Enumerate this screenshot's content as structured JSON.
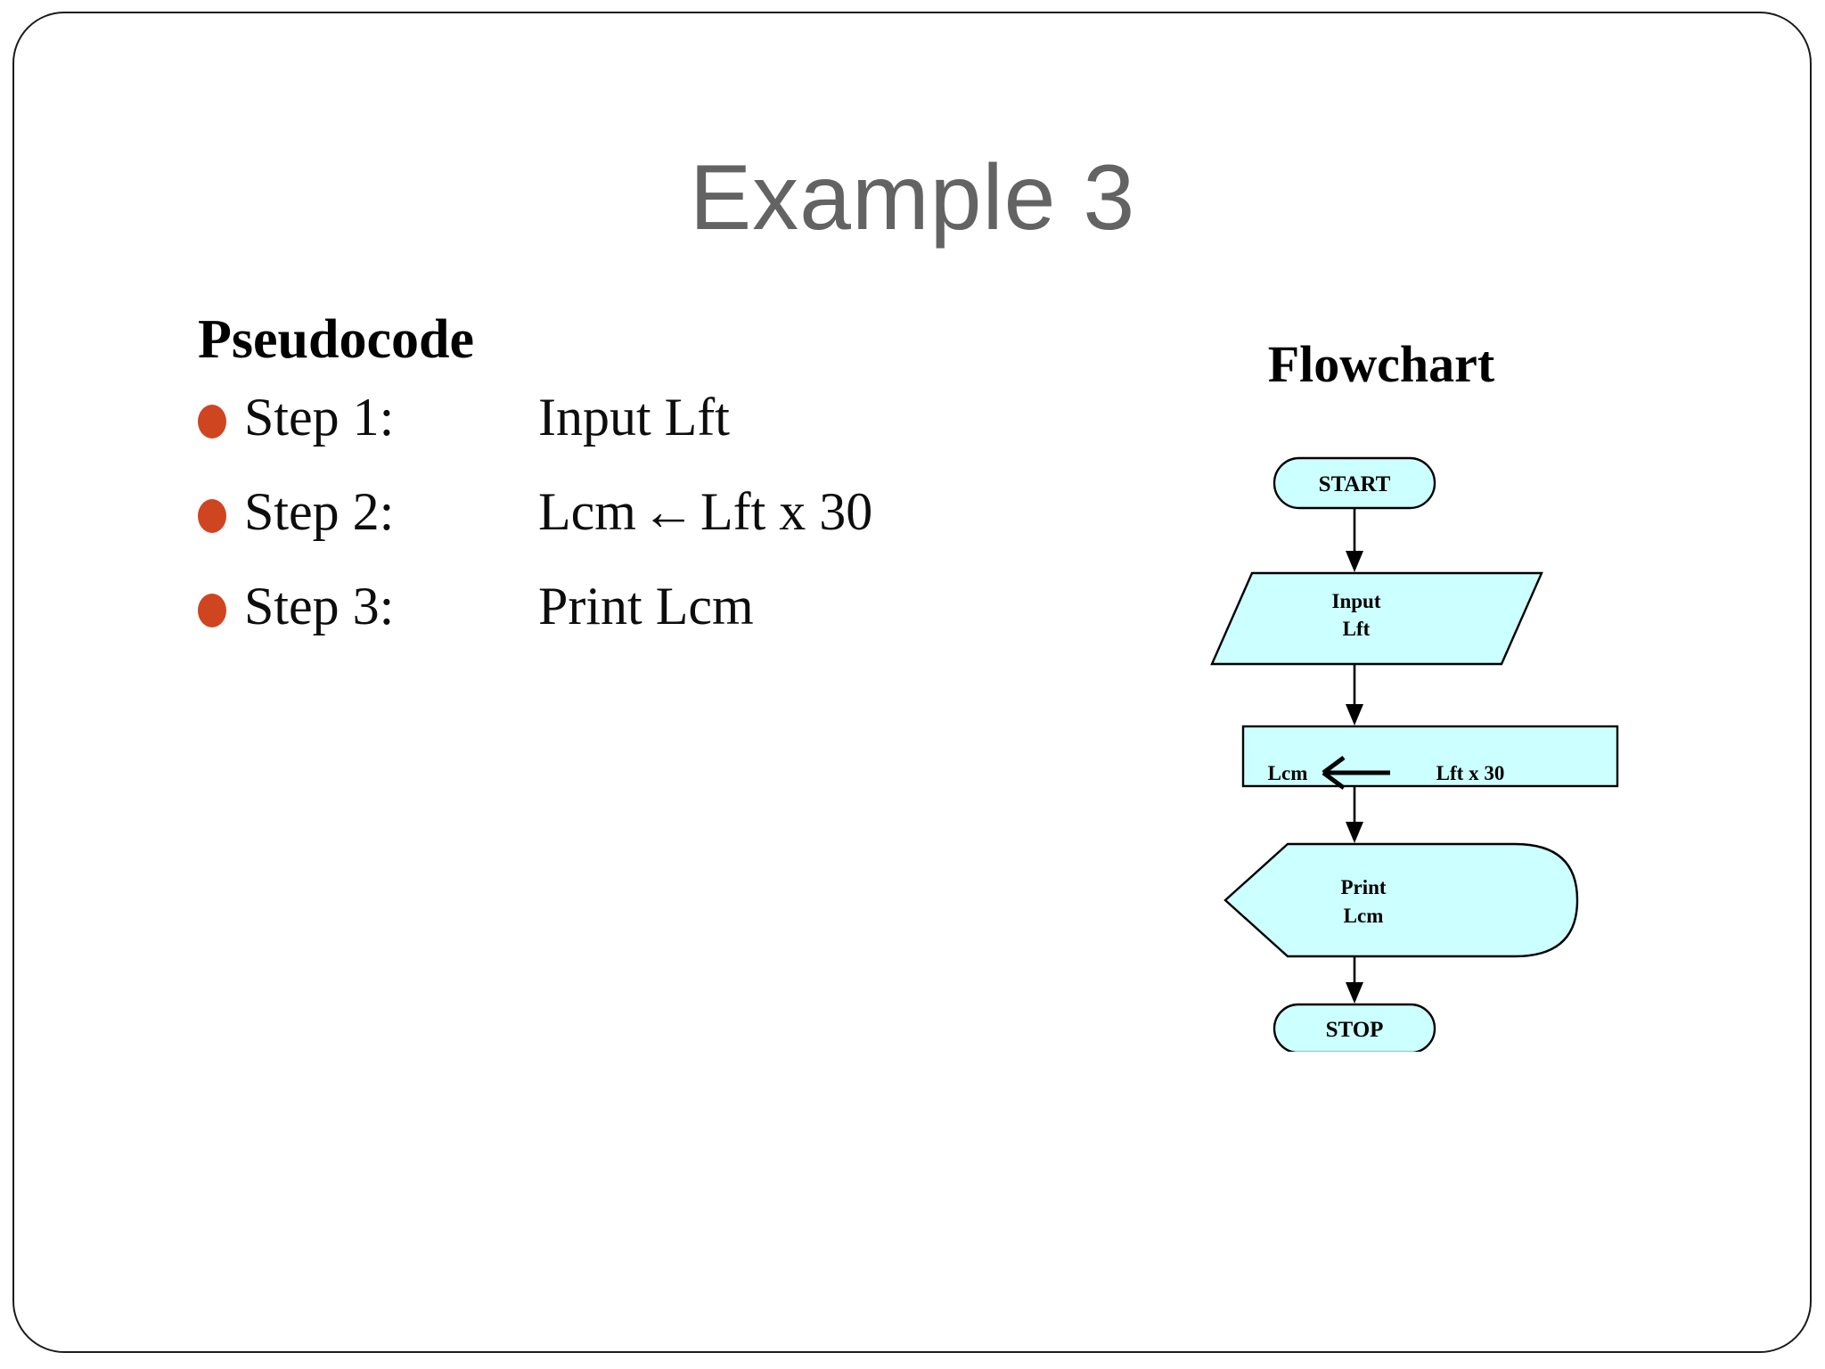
{
  "slide": {
    "title": "Example 3",
    "title_color": "#636363",
    "background": "#ffffff",
    "frame_color": "#1b1b1b"
  },
  "pseudocode": {
    "heading": "Pseudocode",
    "bullet_color": "#cf4520",
    "steps": [
      {
        "label": "Step 1:",
        "action": "Input Lft",
        "bullet": "round-bullet"
      },
      {
        "label": "Step 2:",
        "action_left": "Lcm",
        "action_arrow": "←",
        "action_right": "Lft x 30",
        "bullet": "round-bullet"
      },
      {
        "label": "Step 3:",
        "action": "Print Lcm",
        "bullet": "round-bullet"
      }
    ]
  },
  "flowchart": {
    "heading": "Flowchart",
    "fill_color": "#ccffff",
    "stroke_color": "#000000",
    "nodes": [
      {
        "id": "start",
        "shape": "terminator",
        "text": "START"
      },
      {
        "id": "input",
        "shape": "parallelogram",
        "line1": "Input",
        "line2": "Lft"
      },
      {
        "id": "process",
        "shape": "rectangle",
        "text_left": "Lcm",
        "text_arrow": "←",
        "text_right": "Lft x 30"
      },
      {
        "id": "print",
        "shape": "display",
        "line1": "Print",
        "line2": "Lcm"
      },
      {
        "id": "stop",
        "shape": "terminator",
        "text": "STOP"
      }
    ],
    "connectors": [
      {
        "from": "start",
        "to": "input",
        "arrow": "down-arrow"
      },
      {
        "from": "input",
        "to": "process",
        "arrow": "down-arrow"
      },
      {
        "from": "process",
        "to": "print",
        "arrow": "down-arrow"
      },
      {
        "from": "print",
        "to": "stop",
        "arrow": "down-arrow"
      }
    ]
  }
}
